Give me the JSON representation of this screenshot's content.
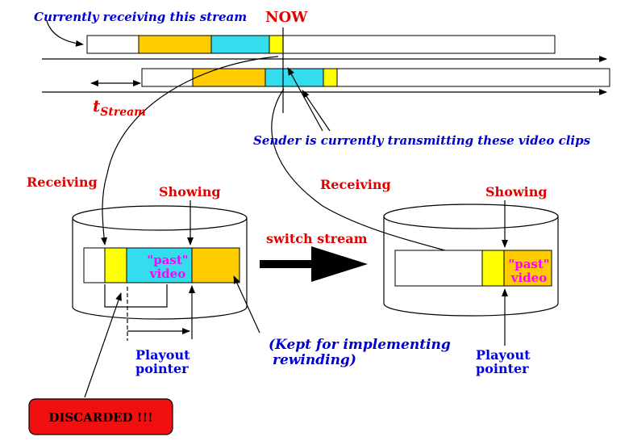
{
  "labels": {
    "currently_receiving": "Currently receiving this stream",
    "now": "NOW",
    "t_stream_main": "t",
    "t_stream_sub": "Stream",
    "sender_transmitting": "Sender is currently transmitting these video clips",
    "receiving_left": "Receiving",
    "showing_left": "Showing",
    "receiving_right": "Receiving",
    "showing_right": "Showing",
    "switch_stream": "switch stream",
    "past_left_1": "\"past\"",
    "past_left_2": "video",
    "past_right_1": "\"past\"",
    "past_right_2": "video",
    "kept_1": "(Kept for implementing",
    "kept_2": "rewinding)",
    "playout_left_1": "Playout",
    "playout_left_2": "pointer",
    "playout_right_1": "Playout",
    "playout_right_2": "pointer",
    "discarded": "DISCARDED !!!"
  },
  "colors": {
    "orange": "#ffcc00",
    "cyan": "#33ddee",
    "yellow": "#ffff00",
    "discard_red": "#f01010"
  }
}
